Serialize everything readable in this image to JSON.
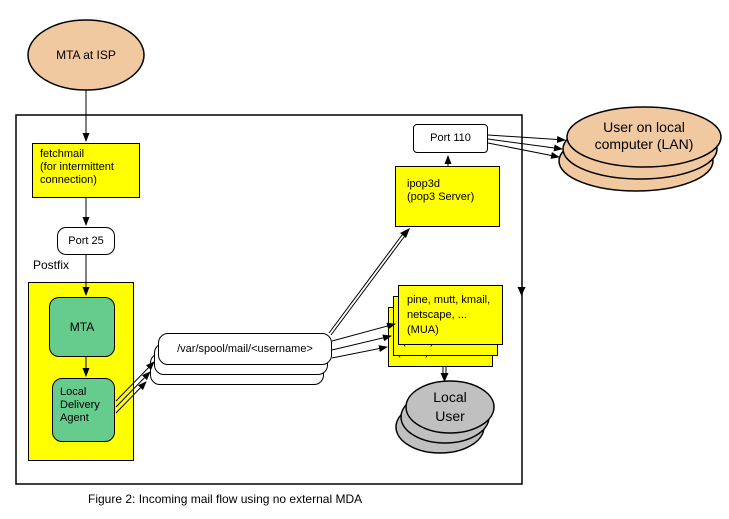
{
  "colors": {
    "yellow": "#FFFF00",
    "green": "#66CC8E",
    "tan": "#F0C9A1",
    "gray": "#C0C0C0"
  },
  "caption": "Figure 2: Incoming mail flow using no external MDA",
  "nodes": {
    "mta_isp": "MTA at ISP",
    "fetchmail": "fetchmail\n(for intermittent\nconnection)",
    "port25": "Port 25",
    "postfix": "Postfix",
    "mta": "MTA",
    "lda": "Local\nDelivery\nAgent",
    "spool": "/var/spool/mail/<username>",
    "ipop3d": "ipop3d\n(pop3 Server)",
    "port110": "Port 110",
    "user_lan": "User on local\ncomputer (LAN)",
    "mua": "pine, mutt, kmail,\nnetscape, ...\n(MUA)",
    "local_user": "Local\nUser"
  }
}
